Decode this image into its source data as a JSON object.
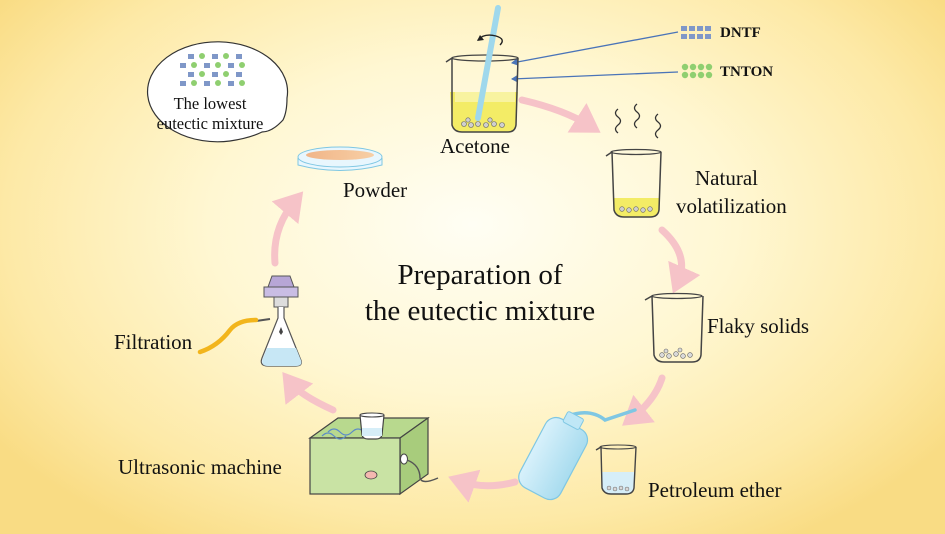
{
  "title": {
    "line1": "Preparation of",
    "line2": "the eutectic mixture"
  },
  "legend": [
    {
      "label": "DNTF",
      "color": "#7f97c8",
      "icon": "blue-squares-icon"
    },
    {
      "label": "TNTON",
      "color": "#8fcf70",
      "icon": "green-dots-icon"
    }
  ],
  "steps": {
    "acetone": "Acetone",
    "natural_volatilization_line1": "Natural",
    "natural_volatilization_line2": "volatilization",
    "flaky_solids": "Flaky solids",
    "petroleum_ether": "Petroleum ether",
    "ultrasonic_machine": "Ultrasonic machine",
    "filtration": "Filtration",
    "powder": "Powder"
  },
  "bubble": {
    "line1": "The lowest",
    "line2": "eutectic mixture"
  },
  "colors": {
    "arrow": "#f6c3c8",
    "liquid_yellow": "#f2ea62",
    "machine_green": "#c9e3a4",
    "tube_orange": "#f2b51c"
  }
}
